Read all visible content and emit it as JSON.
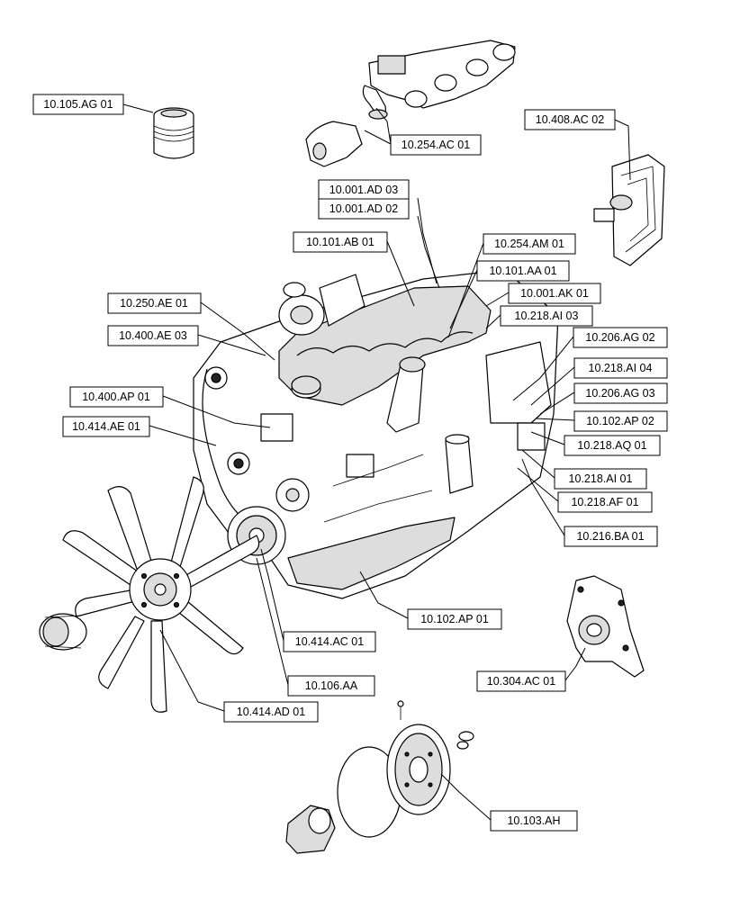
{
  "callouts": [
    {
      "id": "c01",
      "label": "10.105.AG 01"
    },
    {
      "id": "c02",
      "label": "10.254.AC 01"
    },
    {
      "id": "c03",
      "label": "10.408.AC 02"
    },
    {
      "id": "c04",
      "label": "10.001.AD 03"
    },
    {
      "id": "c05",
      "label": "10.001.AD 02"
    },
    {
      "id": "c06",
      "label": "10.101.AB 01"
    },
    {
      "id": "c07",
      "label": "10.254.AM 01"
    },
    {
      "id": "c08",
      "label": "10.101.AA 01"
    },
    {
      "id": "c09",
      "label": "10.001.AK 01"
    },
    {
      "id": "c10",
      "label": "10.250.AE 01"
    },
    {
      "id": "c11",
      "label": "10.218.AI 03"
    },
    {
      "id": "c12",
      "label": "10.400.AE 03"
    },
    {
      "id": "c13",
      "label": "10.206.AG 02"
    },
    {
      "id": "c14",
      "label": "10.218.AI 04"
    },
    {
      "id": "c15",
      "label": "10.400.AP 01"
    },
    {
      "id": "c16",
      "label": "10.206.AG 03"
    },
    {
      "id": "c17",
      "label": "10.414.AE 01"
    },
    {
      "id": "c18",
      "label": "10.102.AP 02"
    },
    {
      "id": "c19",
      "label": "10.218.AQ 01"
    },
    {
      "id": "c20",
      "label": "10.218.AI 01"
    },
    {
      "id": "c21",
      "label": "10.218.AF 01"
    },
    {
      "id": "c22",
      "label": "10.216.BA 01"
    },
    {
      "id": "c23",
      "label": "10.102.AP 01"
    },
    {
      "id": "c24",
      "label": "10.414.AC 01"
    },
    {
      "id": "c25",
      "label": "10.304.AC 01"
    },
    {
      "id": "c26",
      "label": "10.106.AA"
    },
    {
      "id": "c27",
      "label": "10.414.AD 01"
    },
    {
      "id": "c28",
      "label": "10.103.AH"
    }
  ]
}
